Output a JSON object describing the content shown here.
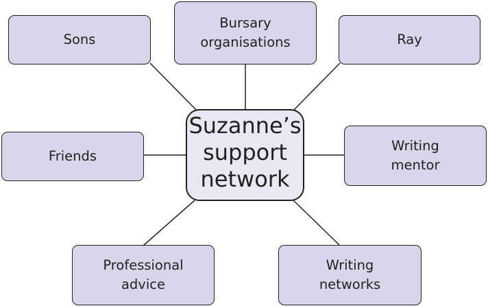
{
  "colors": {
    "node_fill": "#d9d5ea",
    "hub_fill": "#e9e7f3",
    "outline": "#231f20"
  },
  "hub": {
    "label": "Suzanne’s\nsupport\nnetwork"
  },
  "nodes": [
    {
      "id": "sons",
      "label": "Sons"
    },
    {
      "id": "bursary",
      "label": "Bursary\norganisations"
    },
    {
      "id": "ray",
      "label": "Ray"
    },
    {
      "id": "friends",
      "label": "Friends"
    },
    {
      "id": "mentor",
      "label": "Writing\nmentor"
    },
    {
      "id": "advice",
      "label": "Professional\nadvice"
    },
    {
      "id": "networks",
      "label": "Writing\nnetworks"
    }
  ]
}
